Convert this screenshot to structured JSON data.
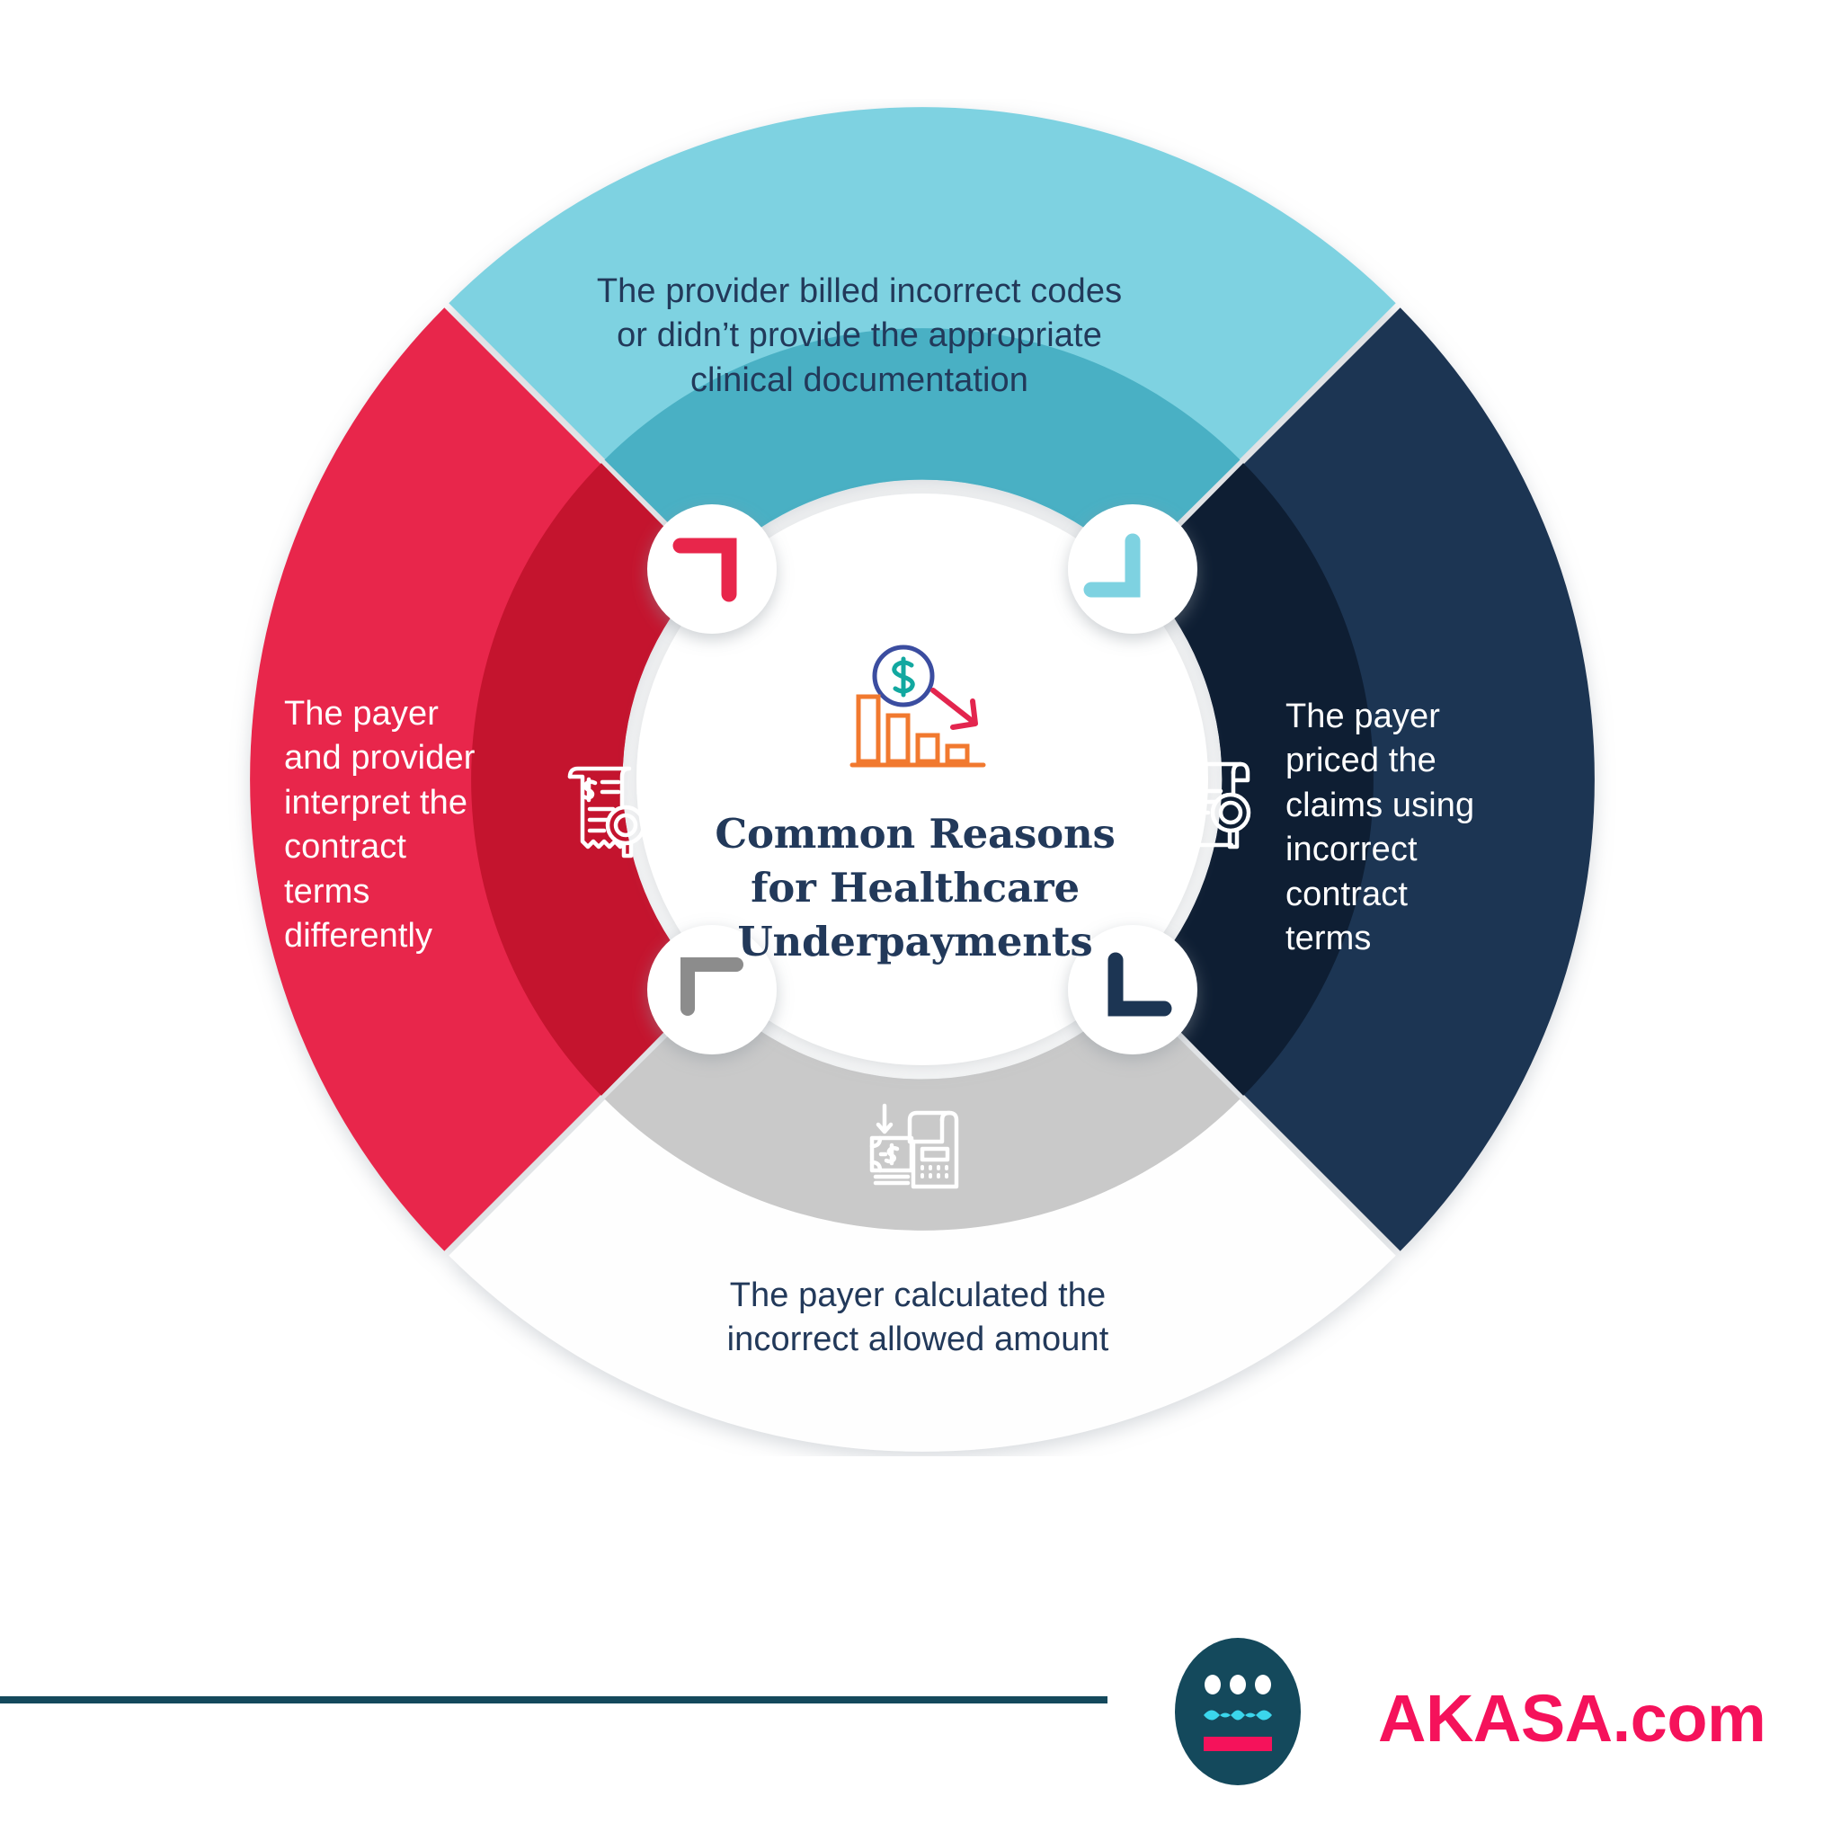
{
  "title": "Common Reasons for Healthcare Underpayments",
  "center": {
    "line1": "Common Reasons",
    "line2": "for Healthcare",
    "line3": "Underpayments",
    "icon": "declining-bar-chart-dollar-icon"
  },
  "colors": {
    "light_blue": "#7ED2E1",
    "light_blue_dark": "#49B0C4",
    "navy": "#1E3553",
    "navy_dark": "#0E1E33",
    "red": "#E8254B",
    "red_dark": "#C4142E",
    "white_seg": "#FEFEFE",
    "gray_seg": "#C9C9C9",
    "text_navy": "#22395A",
    "brand_pink": "#F5125B",
    "brand_teal": "#14495C",
    "brand_cyan": "#3BD6EC"
  },
  "segments": [
    {
      "id": "top",
      "name": "provider-billed-incorrect-codes",
      "color": "#7ED2E1",
      "inner_color": "#49B0C4",
      "text": "The provider billed incorrect codes or didn’t provide the appropriate clinical documentation",
      "lines": [
        "The provider billed incorrect codes",
        "or didn’t provide the appropriate",
        "clinical documentation"
      ],
      "icon": "checklist-alert-document-icon"
    },
    {
      "id": "right",
      "name": "payer-priced-claims-incorrect-contract-terms",
      "color": "#1E3553",
      "inner_color": "#0E1E33",
      "text": "The payer priced the claims using incorrect contract terms",
      "lines": [
        "The payer",
        "priced the",
        "claims using",
        "incorrect",
        "contract",
        "terms"
      ],
      "icon": "contract-magnifier-dollar-icon"
    },
    {
      "id": "bottom",
      "name": "payer-calculated-incorrect-allowed-amount",
      "color": "#FEFEFE",
      "inner_color": "#C9C9C9",
      "text": "The payer calculated the incorrect allowed amount",
      "lines": [
        "The payer calculated the",
        "incorrect allowed amount"
      ],
      "icon": "calculator-money-down-arrow-icon"
    },
    {
      "id": "left",
      "name": "payer-provider-interpret-contract-terms-differently",
      "color": "#E8254B",
      "inner_color": "#C4142E",
      "text": "The payer and provider interpret the contract terms differently",
      "lines": [
        "The payer",
        "and provider",
        "interpret the",
        "contract",
        "terms",
        "differently"
      ],
      "icon": "receipt-magnifier-dollar-icon"
    }
  ],
  "badges": [
    {
      "id": "top-left",
      "name": "corner-bracket-badge-red",
      "color": "#E8254B",
      "corner": "top-right"
    },
    {
      "id": "top-right",
      "name": "corner-bracket-badge-lightblue",
      "color": "#7ED2E1",
      "corner": "bottom-left"
    },
    {
      "id": "bottom-right",
      "name": "corner-bracket-badge-navy",
      "color": "#1E3553",
      "corner": "bottom-right"
    },
    {
      "id": "bottom-left",
      "name": "corner-bracket-badge-gray",
      "color": "#8C8C8C",
      "corner": "top-left"
    }
  ],
  "footer": {
    "brand": "AKASA.com",
    "logo_name": "akasa-logo-mark"
  }
}
